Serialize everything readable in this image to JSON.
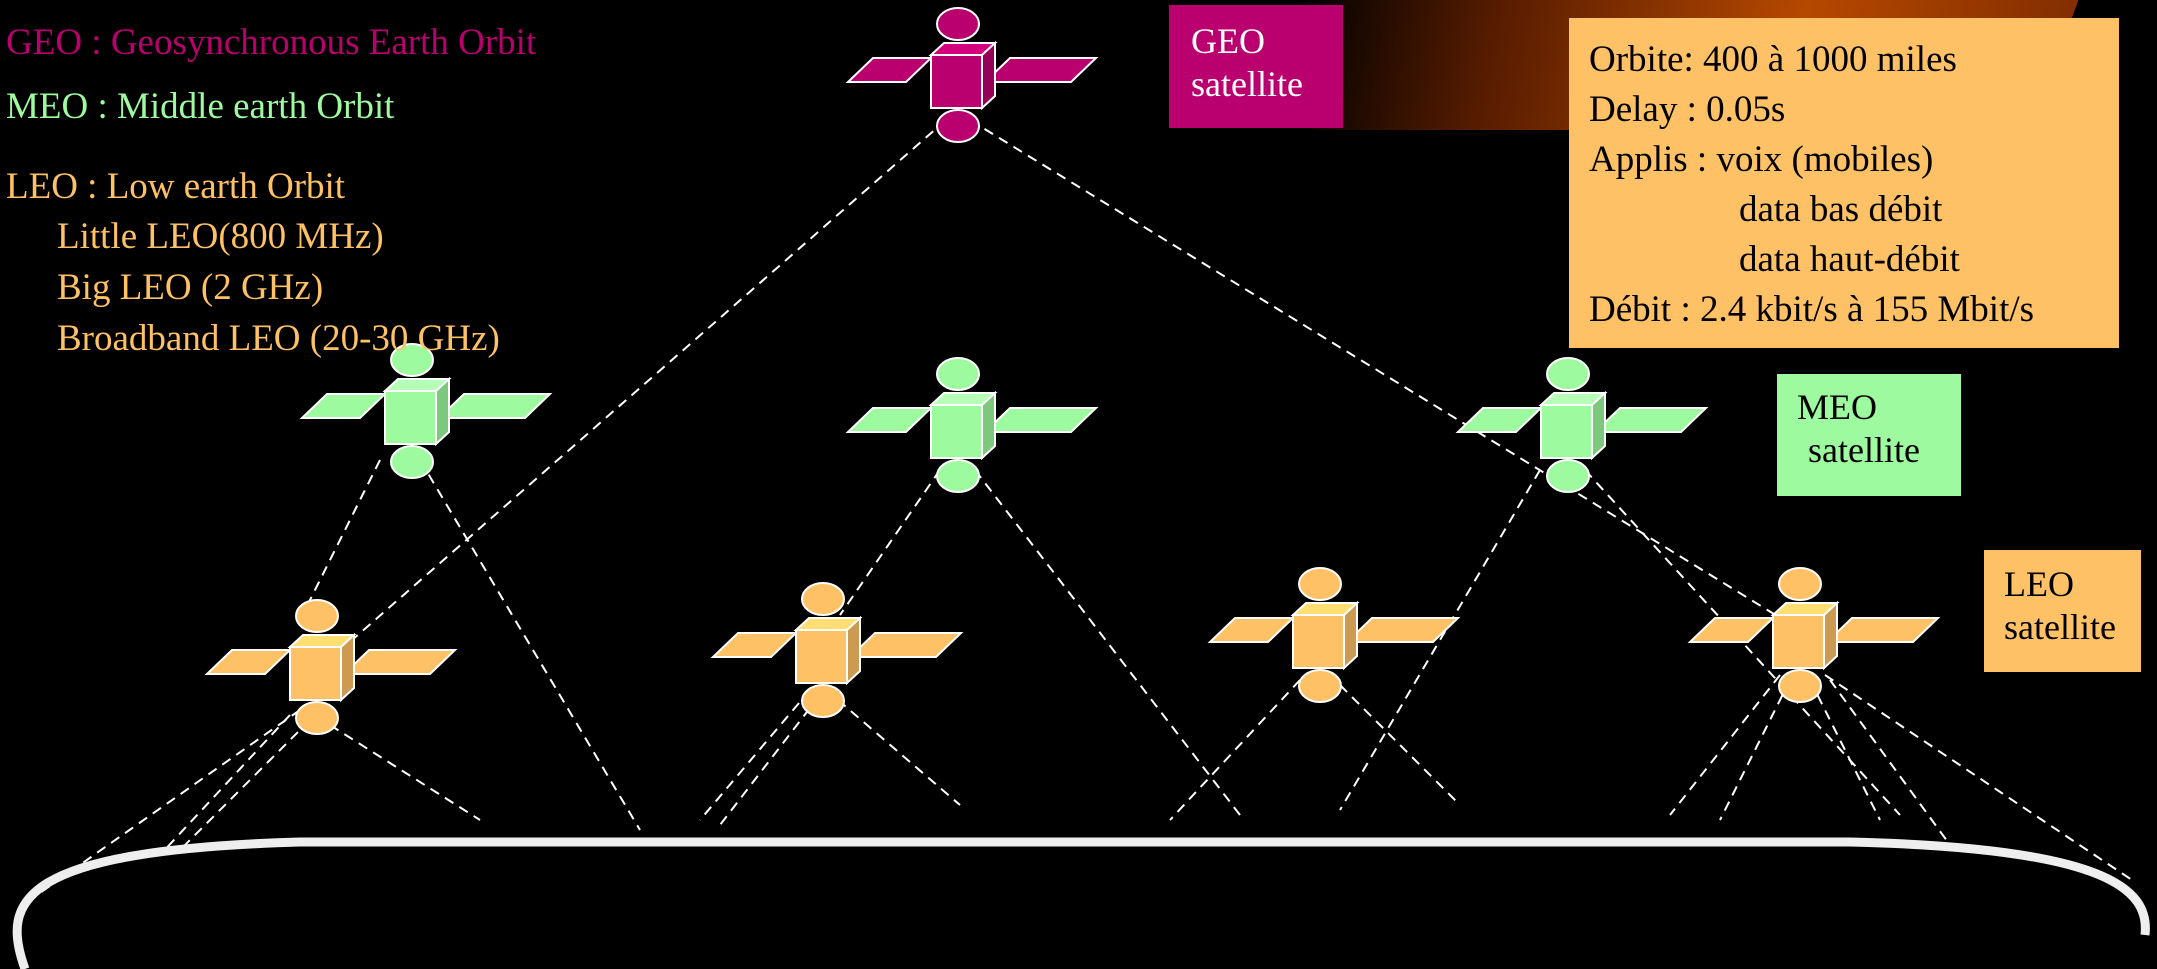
{
  "colors": {
    "geo": "#b9006e",
    "meo": "#9efa9e",
    "leo": "#ffc165",
    "link": "#ffffff",
    "background": "#000000"
  },
  "legend": {
    "geo": "GEO : Geosynchronous Earth Orbit",
    "meo": "MEO : Middle earth Orbit",
    "leo": "LEO : Low earth Orbit",
    "leo_types": [
      "Little LEO(800 MHz)",
      "Big LEO (2 GHz)",
      "Broadband LEO (20-30 GHz)"
    ]
  },
  "badges": {
    "geo": [
      "GEO",
      "satellite"
    ],
    "meo": [
      "MEO",
      "satellite"
    ],
    "leo": [
      "LEO",
      "satellite"
    ]
  },
  "info": {
    "lines": [
      "Orbite: 400 à 1000 miles",
      "Delay : 0.05s",
      "Applis : voix (mobiles)",
      "data bas débit",
      "data haut-débit",
      "Débit : 2.4 kbit/s à 155 Mbit/s"
    ]
  }
}
